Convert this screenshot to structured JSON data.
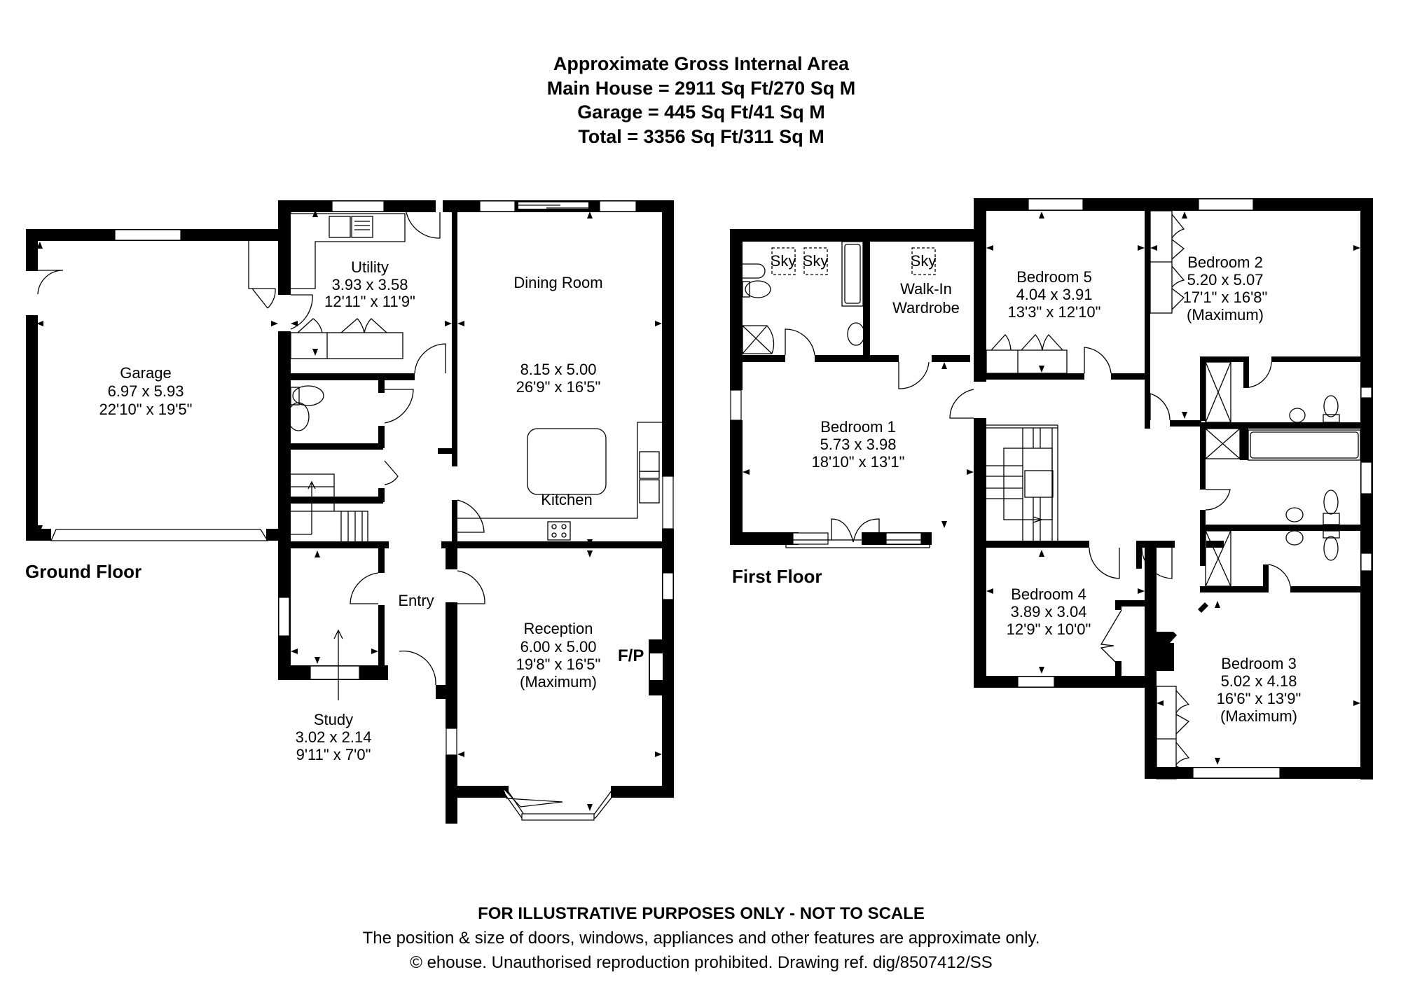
{
  "header": {
    "title": "Approximate Gross Internal Area",
    "main_house": "Main House = 2911 Sq Ft/270 Sq M",
    "garage": "Garage = 445 Sq Ft/41 Sq M",
    "total": "Total = 3356 Sq Ft/311 Sq M"
  },
  "ground_floor": {
    "label": "Ground Floor",
    "rooms": {
      "garage": {
        "name": "Garage",
        "metric": "6.97 x 5.93",
        "imperial": "22'10\" x 19'5\""
      },
      "utility": {
        "name": "Utility",
        "metric": "3.93 x 3.58",
        "imperial": "12'11\" x 11'9\""
      },
      "dining": {
        "name": "Dining Room",
        "metric": "8.15 x 5.00",
        "imperial": "26'9\" x 16'5\""
      },
      "kitchen": {
        "name": "Kitchen"
      },
      "entry": {
        "name": "Entry"
      },
      "reception": {
        "name": "Reception",
        "metric": "6.00 x 5.00",
        "imperial": "19'8\" x 16'5\"",
        "note": "(Maximum)",
        "fireplace": "F/P"
      },
      "study": {
        "name": "Study",
        "metric": "3.02 x 2.14",
        "imperial": "9'11\" x 7'0\""
      }
    }
  },
  "first_floor": {
    "label": "First Floor",
    "rooms": {
      "bedroom1": {
        "name": "Bedroom 1",
        "metric": "5.73 x 3.98",
        "imperial": "18'10\" x 13'1\""
      },
      "wardrobe": {
        "name1": "Walk-In",
        "name2": "Wardrobe",
        "sky": "Sky"
      },
      "ensuite": {
        "sky1": "Sky",
        "sky2": "Sky"
      },
      "bedroom5": {
        "name": "Bedroom 5",
        "metric": "4.04 x 3.91",
        "imperial": "13'3\" x 12'10\""
      },
      "bedroom2": {
        "name": "Bedroom 2",
        "metric": "5.20 x 5.07",
        "imperial": "17'1\" x 16'8\"",
        "note": "(Maximum)"
      },
      "bedroom4": {
        "name": "Bedroom 4",
        "metric": "3.89 x 3.04",
        "imperial": "12'9\" x 10'0\""
      },
      "bedroom3": {
        "name": "Bedroom 3",
        "metric": "5.02 x 4.18",
        "imperial": "16'6\" x 13'9\"",
        "note": "(Maximum)"
      }
    }
  },
  "footer": {
    "disclaimer": "FOR ILLUSTRATIVE PURPOSES ONLY - NOT TO SCALE",
    "note": "The position & size of doors, windows, appliances and other features are approximate only.",
    "copyright": "© ehouse. Unauthorised reproduction prohibited. Drawing ref. dig/8507412/SS"
  },
  "colors": {
    "ink": "#000000",
    "background": "#ffffff"
  }
}
